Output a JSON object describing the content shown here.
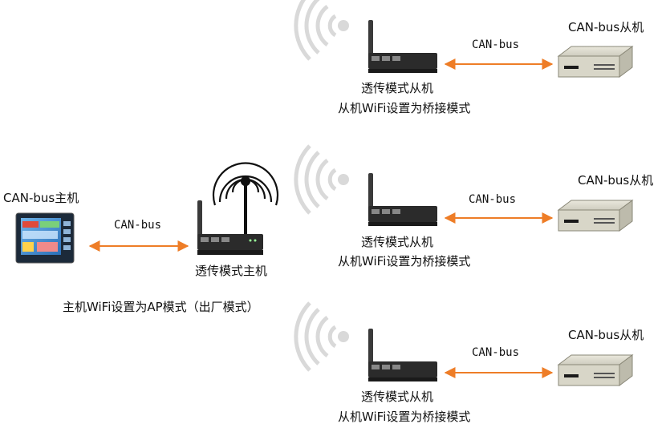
{
  "master": {
    "hmi_label": "CAN-bus主机",
    "link_label": "CAN-bus",
    "device_label": "透传模式主机",
    "wifi_note": "主机WiFi设置为AP模式（出厂模式）"
  },
  "slaves": [
    {
      "link_label": "CAN-bus",
      "device_label": "透传模式从机",
      "wifi_note": "从机WiFi设置为桥接模式",
      "endpoint_label": "CAN-bus从机"
    },
    {
      "link_label": "CAN-bus",
      "device_label": "透传模式从机",
      "wifi_note": "从机WiFi设置为桥接模式",
      "endpoint_label": "CAN-bus从机"
    },
    {
      "link_label": "CAN-bus",
      "device_label": "透传模式从机",
      "wifi_note": "从机WiFi设置为桥接模式",
      "endpoint_label": "CAN-bus从机"
    }
  ],
  "colors": {
    "arrow": "#ee7d27",
    "device_dark": "#2b2b2b",
    "box_body": "#d8d6c8",
    "wave_gray": "#d9d9d9"
  }
}
